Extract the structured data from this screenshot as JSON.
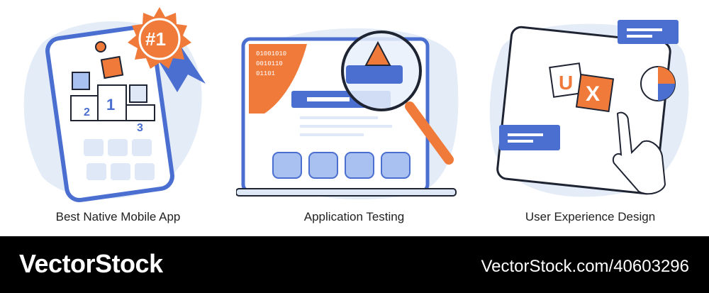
{
  "panels": [
    {
      "caption": "Best Native Mobile App",
      "badge": "#1",
      "podium": [
        "2",
        "1",
        "3"
      ]
    },
    {
      "caption": "Application Testing",
      "code_lines": [
        "01001010",
        "0010110",
        "01101"
      ]
    },
    {
      "caption": "User Experience Design",
      "letters": [
        "U",
        "X"
      ]
    }
  ],
  "footer": {
    "brand": "VectorStock",
    "stock_id": "VectorStock.com/40603296"
  },
  "colors": {
    "blue": "#4a6fd1",
    "light_blue": "#dfe8f7",
    "orange": "#f07a3a",
    "outline": "#1f2433"
  }
}
